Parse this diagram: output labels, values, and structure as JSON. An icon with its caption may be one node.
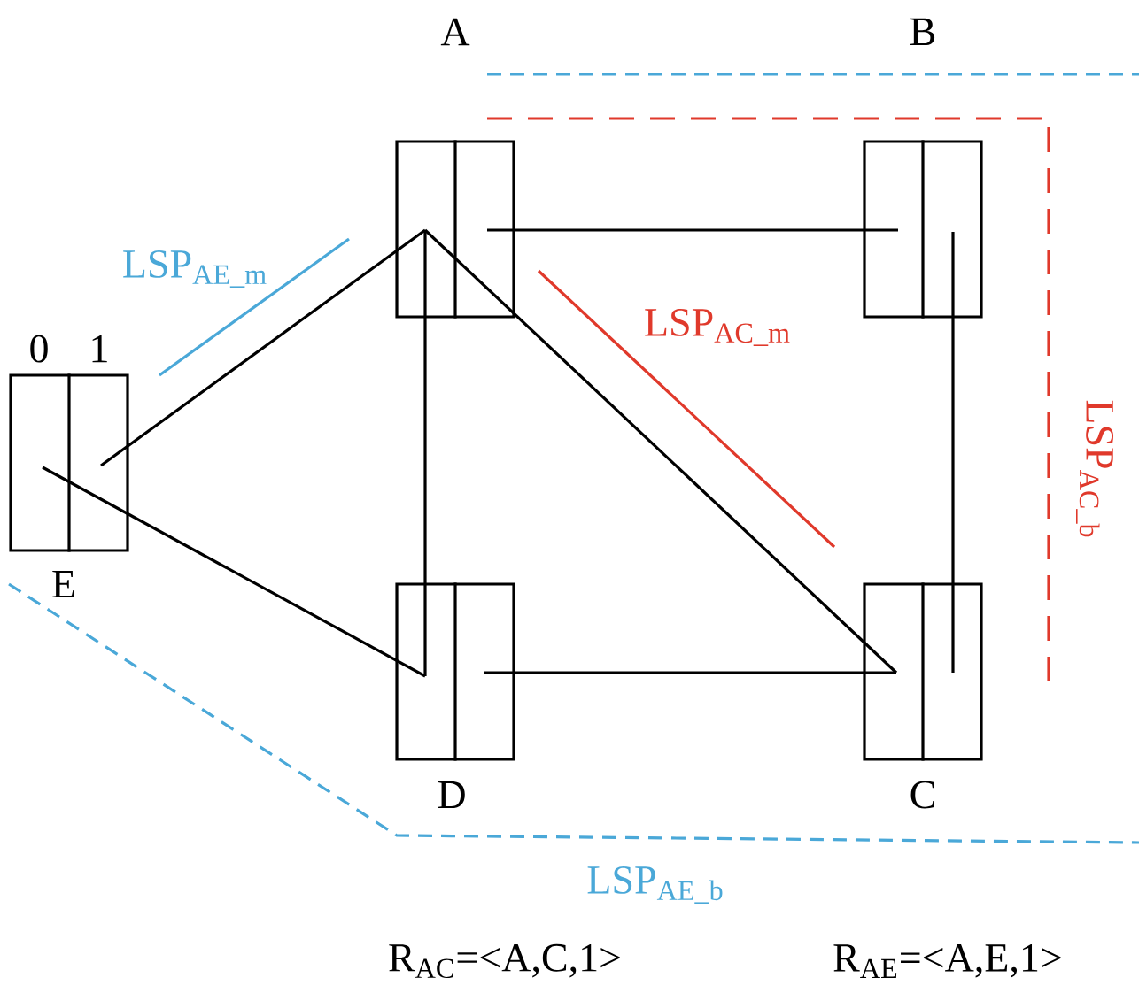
{
  "diagram": {
    "nodes": [
      {
        "text": [
          "A"
        ]
      },
      {
        "text": [
          "B"
        ]
      },
      {
        "text": [
          "E"
        ],
        "beside": [
          "0",
          "1"
        ]
      },
      {
        "text": [
          "D"
        ]
      },
      {
        "text": [
          "C"
        ]
      }
    ],
    "edges": [
      {
        "from": 0,
        "to": 2,
        "arrow": "none"
      },
      {
        "from": 2,
        "to": 3,
        "arrow": "none"
      },
      {
        "from": 0,
        "to": 3,
        "arrow": "none"
      },
      {
        "from": 0,
        "to": 1,
        "arrow": "none"
      },
      {
        "from": 0,
        "to": 4,
        "arrow": "none"
      },
      {
        "from": 3,
        "to": 4,
        "arrow": "none"
      },
      {
        "from": 1,
        "to": 4,
        "arrow": "none"
      }
    ],
    "labels": [
      "LSP$_{AE_m}$",
      "LSP$_{AC_m}$",
      "LSP$_{AC_b}$",
      "LSP$_{AE_b}$",
      "R$_{AC}$=<A,C,1>",
      "R$_{AE}$=<A,E,1>"
    ]
  }
}
